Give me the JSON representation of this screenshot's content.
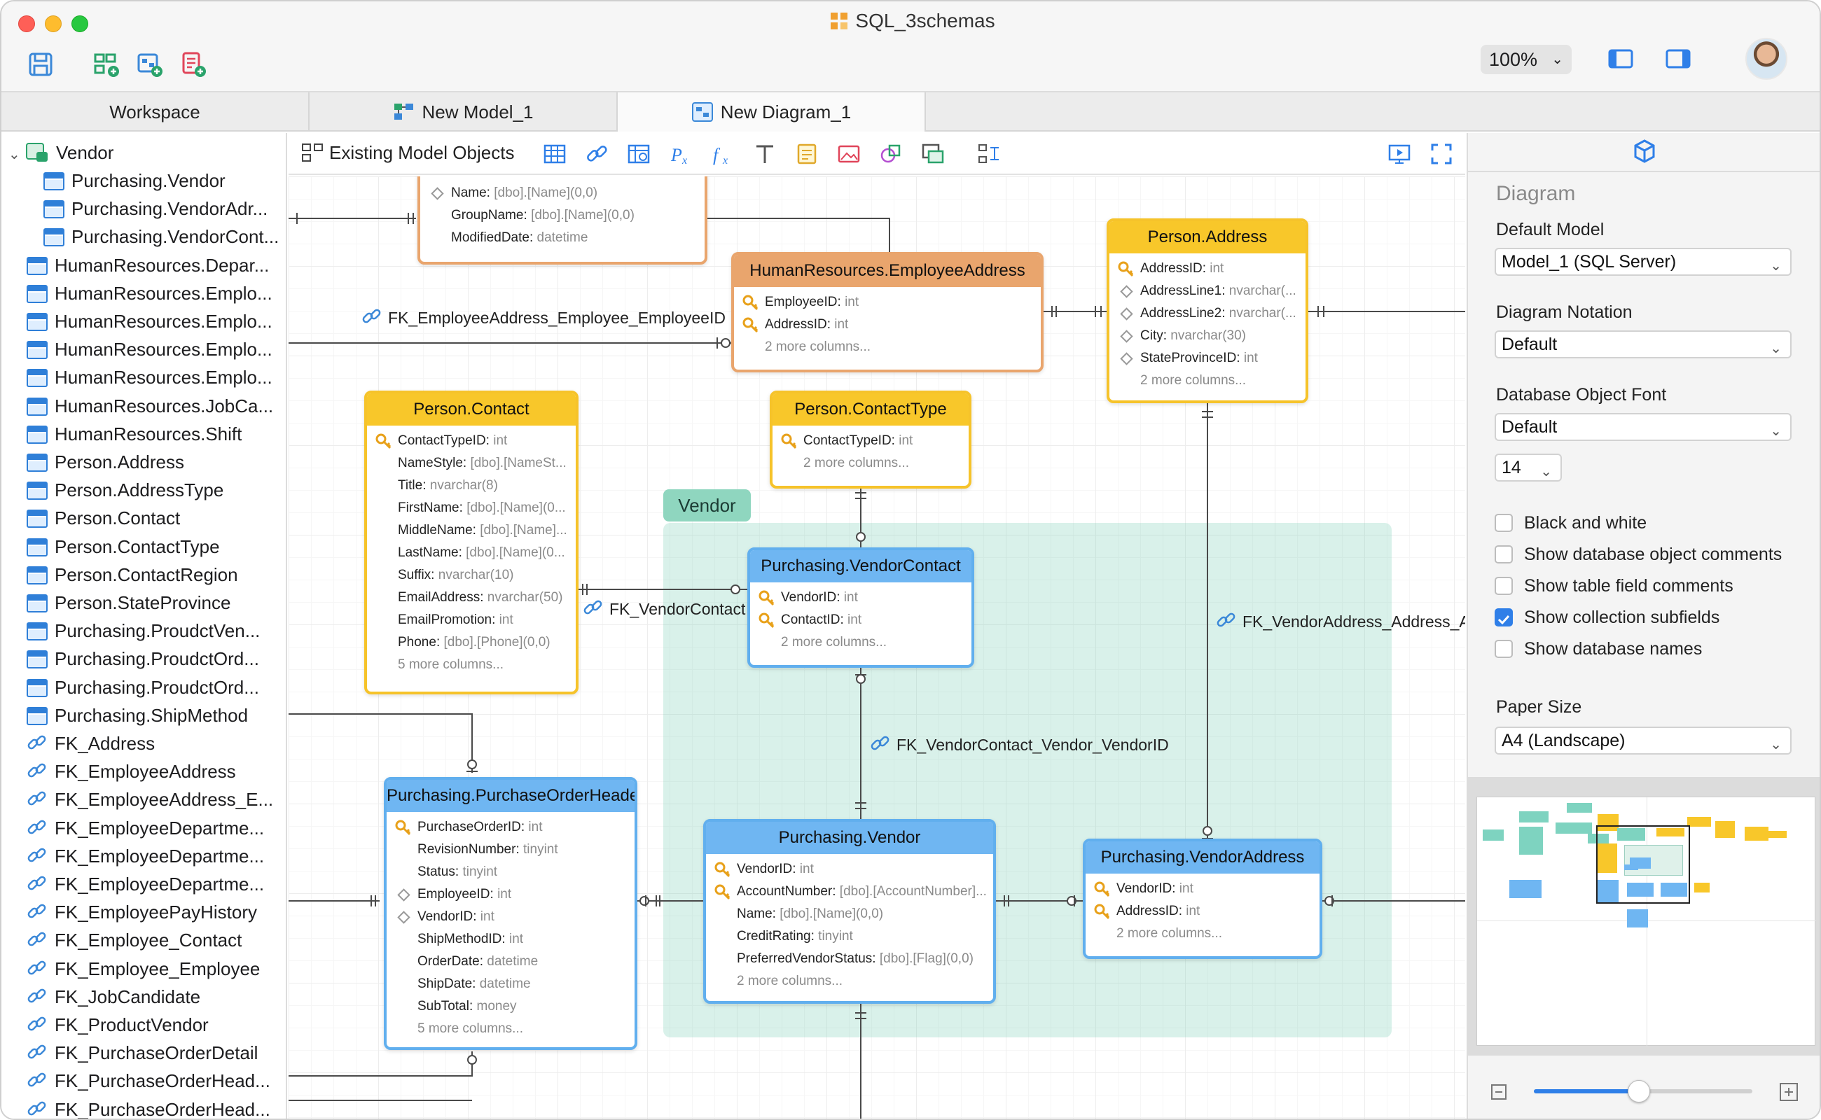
{
  "window": {
    "title": "SQL_3schemas",
    "zoom": "100%"
  },
  "tabs": [
    {
      "label": "Workspace"
    },
    {
      "label": "New Model_1"
    },
    {
      "label": "New Diagram_1"
    }
  ],
  "sidebar": {
    "root": "Vendor",
    "children": [
      "Purchasing.Vendor",
      "Purchasing.VendorAdr...",
      "Purchasing.VendorCont..."
    ],
    "tables": [
      "HumanResources.Depar...",
      "HumanResources.Emplo...",
      "HumanResources.Emplo...",
      "HumanResources.Emplo...",
      "HumanResources.Emplo...",
      "HumanResources.JobCa...",
      "HumanResources.Shift",
      "Person.Address",
      "Person.AddressType",
      "Person.Contact",
      "Person.ContactType",
      "Person.ContactRegion",
      "Person.StateProvince",
      "Purchasing.ProudctVen...",
      "Purchasing.ProudctOrd...",
      "Purchasing.ProudctOrd...",
      "Purchasing.ShipMethod"
    ],
    "links": [
      "FK_Address",
      "FK_EmployeeAddress",
      "FK_EmployeeAddress_E...",
      "FK_EmployeeDepartme...",
      "FK_EmployeeDepartme...",
      "FK_EmployeeDepartme...",
      "FK_EmployeePayHistory",
      "FK_Employee_Contact",
      "FK_Employee_Employee",
      "FK_JobCandidate",
      "FK_ProductVendor",
      "FK_PurchaseOrderDetail",
      "FK_PurchaseOrderHead...",
      "FK_PurchaseOrderHead..."
    ]
  },
  "canvas_toolbar": {
    "existing_objects": "Existing Model Objects"
  },
  "group": {
    "label": "Vendor"
  },
  "entities": {
    "top": {
      "fields": [
        {
          "n": "Name:",
          "t": "[dbo].[Name](0,0)"
        },
        {
          "n": "GroupName:",
          "t": "[dbo].[Name](0,0)"
        },
        {
          "n": "ModifiedDate:",
          "t": "datetime"
        }
      ]
    },
    "hr_emp_addr": {
      "title": "HumanResources.EmployeeAddress",
      "fields": [
        {
          "n": "EmployeeID:",
          "t": "int"
        },
        {
          "n": "AddressID:",
          "t": "int"
        }
      ],
      "more": "2 more columns..."
    },
    "person_address": {
      "title": "Person.Address",
      "fields": [
        {
          "n": "AddressID:",
          "t": "int"
        },
        {
          "n": "AddressLine1:",
          "t": "nvarchar(..."
        },
        {
          "n": "AddressLine2:",
          "t": "nvarchar(..."
        },
        {
          "n": "City:",
          "t": "nvarchar(30)"
        },
        {
          "n": "StateProvinceID:",
          "t": "int"
        }
      ],
      "more": "2 more columns..."
    },
    "person_contact": {
      "title": "Person.Contact",
      "fields": [
        {
          "n": "ContactTypeID:",
          "t": "int"
        },
        {
          "n": "NameStyle:",
          "t": "[dbo].[NameSt..."
        },
        {
          "n": "Title:",
          "t": "nvarchar(8)"
        },
        {
          "n": "FirstName:",
          "t": "[dbo].[Name](0..."
        },
        {
          "n": "MiddleName:",
          "t": "[dbo].[Name]..."
        },
        {
          "n": "LastName:",
          "t": "[dbo].[Name](0..."
        },
        {
          "n": "Suffix:",
          "t": "nvarchar(10)"
        },
        {
          "n": "EmailAddress:",
          "t": "nvarchar(50)"
        },
        {
          "n": "EmailPromotion:",
          "t": "int"
        },
        {
          "n": "Phone:",
          "t": "[dbo].[Phone](0,0)"
        }
      ],
      "more": "5 more columns..."
    },
    "person_contact_type": {
      "title": "Person.ContactType",
      "fields": [
        {
          "n": "ContactTypeID:",
          "t": "int"
        }
      ],
      "more": "2 more columns..."
    },
    "vendor_contact": {
      "title": "Purchasing.VendorContact",
      "fields": [
        {
          "n": "VendorID:",
          "t": "int"
        },
        {
          "n": "ContactID:",
          "t": "int"
        }
      ],
      "more": "2 more columns..."
    },
    "poh": {
      "title": "Purchasing.PurchaseOrderHeader",
      "fields": [
        {
          "n": "PurchaseOrderID:",
          "t": "int"
        },
        {
          "n": "RevisionNumber:",
          "t": "tinyint"
        },
        {
          "n": "Status:",
          "t": "tinyint"
        },
        {
          "n": "EmployeeID:",
          "t": "int"
        },
        {
          "n": "VendorID:",
          "t": "int"
        },
        {
          "n": "ShipMethodID:",
          "t": "int"
        },
        {
          "n": "OrderDate:",
          "t": "datetime"
        },
        {
          "n": "ShipDate:",
          "t": "datetime"
        },
        {
          "n": "SubTotal:",
          "t": "money"
        }
      ],
      "more": "5 more columns..."
    },
    "vendor": {
      "title": "Purchasing.Vendor",
      "fields": [
        {
          "n": "VendorID:",
          "t": "int"
        },
        {
          "n": "AccountNumber:",
          "t": "[dbo].[AccountNumber]..."
        },
        {
          "n": "Name:",
          "t": "[dbo].[Name](0,0)"
        },
        {
          "n": "CreditRating:",
          "t": "tinyint"
        },
        {
          "n": "PreferredVendorStatus:",
          "t": "[dbo].[Flag](0,0)"
        }
      ],
      "more": "2 more columns..."
    },
    "vendor_address": {
      "title": "Purchasing.VendorAddress",
      "fields": [
        {
          "n": "VendorID:",
          "t": "int"
        },
        {
          "n": "AddressID:",
          "t": "int"
        }
      ],
      "more": "2 more columns..."
    }
  },
  "fk_labels": {
    "emp_addr": "FK_EmployeeAddress_Employee_EmployeeID",
    "vendor_contact": "FK_VendorContact",
    "vendor_address": "FK_VendorAddress_Address_Ad",
    "vc_vendor": "FK_VendorContact_Vendor_VendorID"
  },
  "panel": {
    "heading": "Diagram",
    "default_model_label": "Default Model",
    "default_model": "Model_1 (SQL Server)",
    "notation_label": "Diagram Notation",
    "notation": "Default",
    "font_label": "Database Object Font",
    "font": "Default",
    "font_size": "14",
    "checkboxes": [
      {
        "label": "Black and white",
        "checked": false
      },
      {
        "label": "Show database object comments",
        "checked": false
      },
      {
        "label": "Show table field comments",
        "checked": false
      },
      {
        "label": "Show collection subfields",
        "checked": true
      },
      {
        "label": "Show database names",
        "checked": false
      }
    ],
    "paper_label": "Paper Size",
    "paper": "A4 (Landscape)",
    "zoom_slider": 0.48
  },
  "colors": {
    "yellow": "#f8c72a",
    "orange": "#e9a56d",
    "blue": "#6fb6f2",
    "group": "#8fd6bf",
    "accent": "#2f7fe8"
  }
}
